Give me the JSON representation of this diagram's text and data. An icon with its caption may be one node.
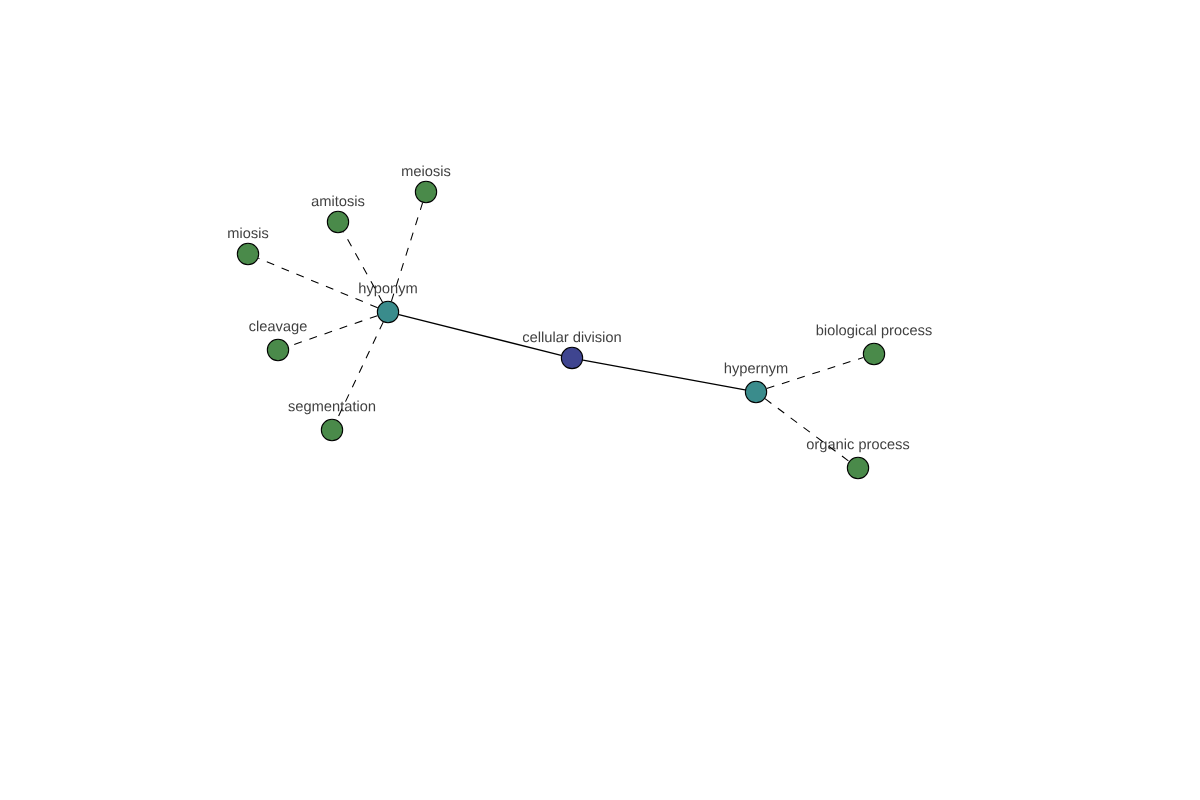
{
  "diagram": {
    "nodes": [
      {
        "text": [
          "cellular division"
        ]
      },
      {
        "text": [
          "hyponym"
        ]
      },
      {
        "text": [
          "hypernym"
        ]
      },
      {
        "text": [
          "miosis"
        ]
      },
      {
        "text": [
          "amitosis"
        ]
      },
      {
        "text": [
          "meiosis"
        ]
      },
      {
        "text": [
          "cleavage"
        ]
      },
      {
        "text": [
          "segmentation"
        ]
      },
      {
        "text": [
          "biological process"
        ]
      },
      {
        "text": [
          "organic process"
        ]
      }
    ],
    "edges": [
      {
        "from": 0,
        "to": 1,
        "arrow": "none"
      },
      {
        "from": 0,
        "to": 2,
        "arrow": "none"
      },
      {
        "from": 1,
        "to": 3,
        "arrow": "none",
        "style": "dashed"
      },
      {
        "from": 1,
        "to": 4,
        "arrow": "none",
        "style": "dashed"
      },
      {
        "from": 1,
        "to": 5,
        "arrow": "none",
        "style": "dashed"
      },
      {
        "from": 1,
        "to": 6,
        "arrow": "none",
        "style": "dashed"
      },
      {
        "from": 1,
        "to": 7,
        "arrow": "none",
        "style": "dashed"
      },
      {
        "from": 2,
        "to": 8,
        "arrow": "none",
        "style": "dashed"
      },
      {
        "from": 2,
        "to": 9,
        "arrow": "none",
        "style": "dashed"
      }
    ]
  }
}
